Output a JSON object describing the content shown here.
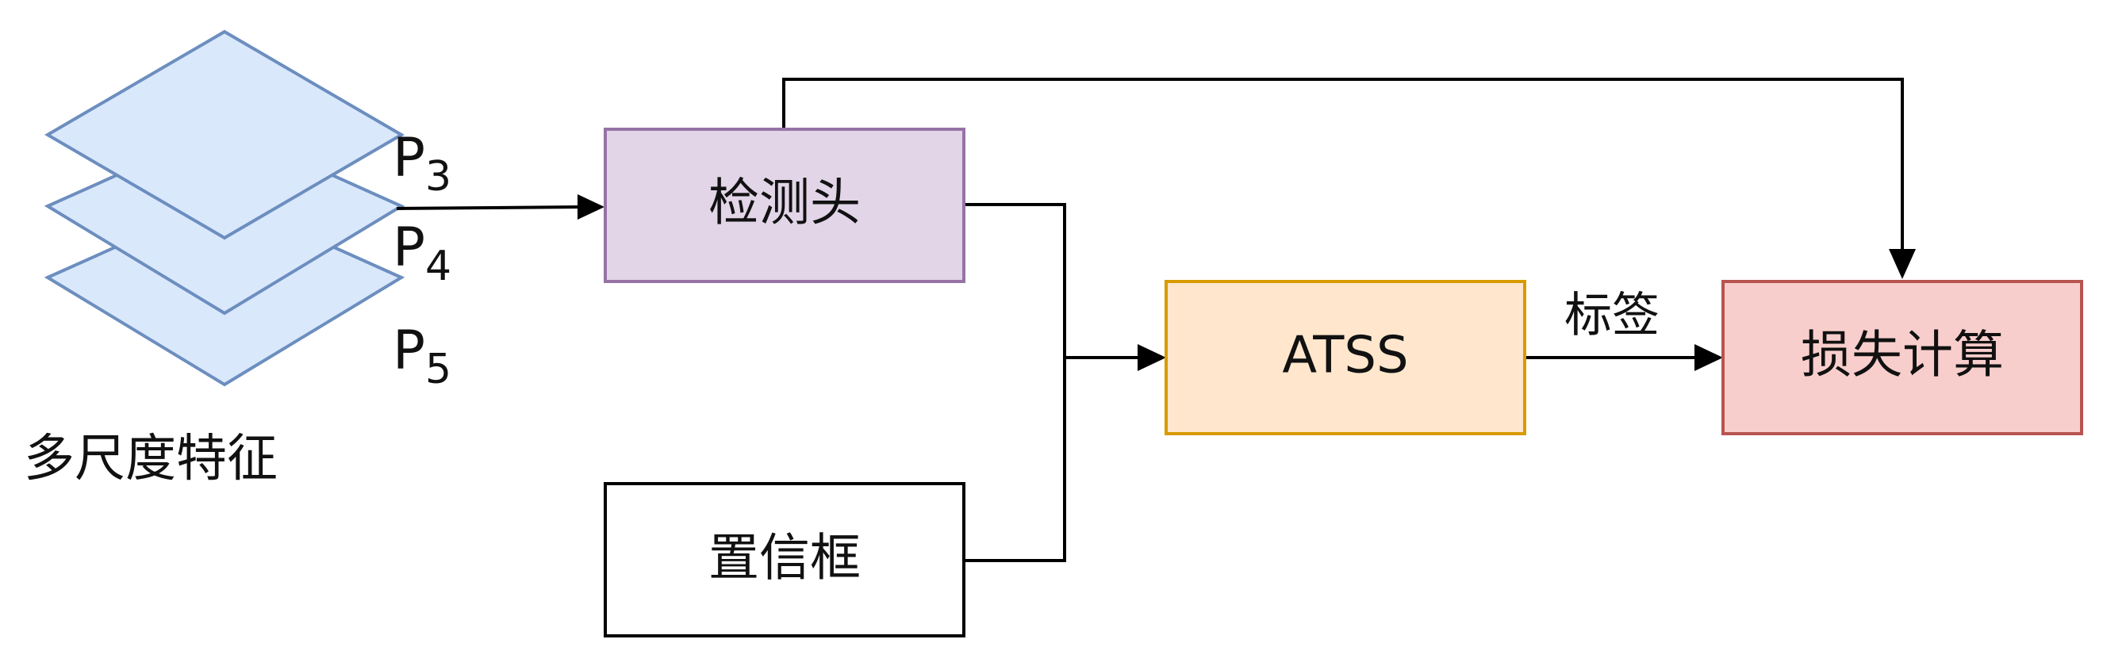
{
  "feature_stack": {
    "caption": "多尺度特征",
    "levels": [
      {
        "letter": "P",
        "sub": "3"
      },
      {
        "letter": "P",
        "sub": "4"
      },
      {
        "letter": "P",
        "sub": "5"
      }
    ],
    "fill": "#dae8fc",
    "stroke": "#6c8ebf"
  },
  "nodes": {
    "detect_head": {
      "label": "检测头",
      "fill": "#e1d5e7",
      "stroke": "#9673a6"
    },
    "confidence_box": {
      "label": "置信框",
      "fill": "#ffffff",
      "stroke": "#000000"
    },
    "atss": {
      "label": "ATSS",
      "fill": "#ffe6cc",
      "stroke": "#d79b00"
    },
    "loss": {
      "label": "损失计算",
      "fill": "#f8cecc",
      "stroke": "#b85450"
    }
  },
  "edges": {
    "atss_to_loss_label": "标签"
  },
  "colors": {
    "edge": "#000000"
  }
}
